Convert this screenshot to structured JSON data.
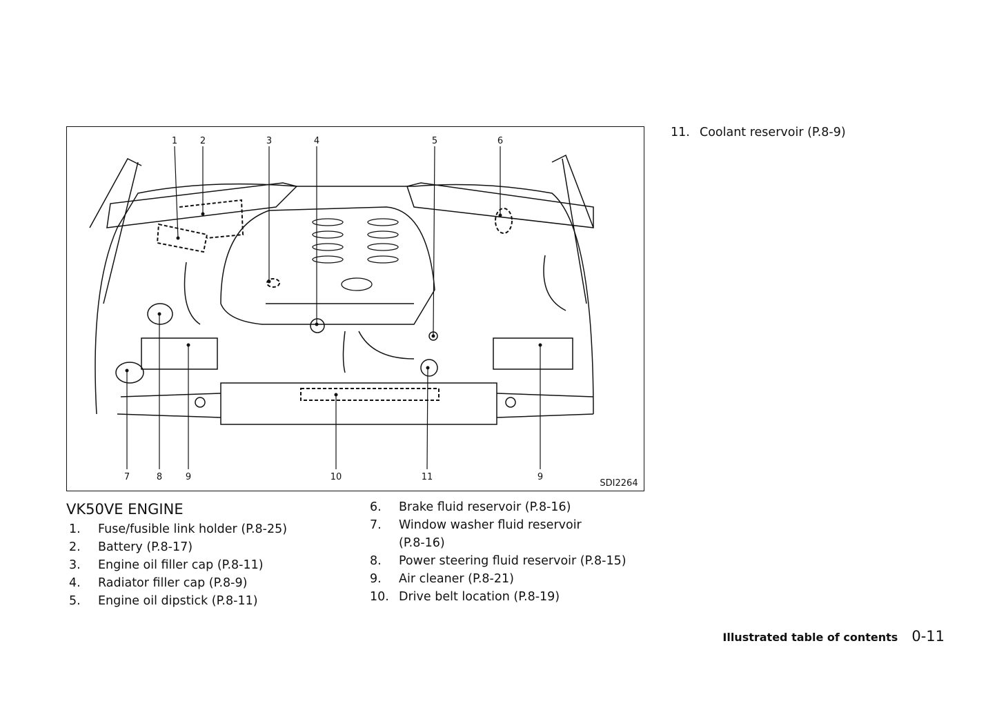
{
  "figure": {
    "code": "SDI2264",
    "top_callouts": [
      "1",
      "2",
      "3",
      "4",
      "5",
      "6"
    ],
    "bottom_callouts": [
      "7",
      "8",
      "9",
      "10",
      "11",
      "9"
    ]
  },
  "section_title": "VK50VE ENGINE",
  "items_col1": [
    {
      "num": "1.",
      "text": "Fuse/fusible link holder (P.8-25)"
    },
    {
      "num": "2.",
      "text": "Battery (P.8-17)"
    },
    {
      "num": "3.",
      "text": "Engine oil filler cap (P.8-11)"
    },
    {
      "num": "4.",
      "text": "Radiator filler cap (P.8-9)"
    },
    {
      "num": "5.",
      "text": "Engine oil dipstick (P.8-11)"
    }
  ],
  "items_col2": [
    {
      "num": "6.",
      "text": "Brake fluid reservoir (P.8-16)"
    },
    {
      "num": "7.",
      "text": "Window washer fluid reservoir (P.8-16)"
    },
    {
      "num": "8.",
      "text": "Power steering fluid reservoir (P.8-15)"
    },
    {
      "num": "9.",
      "text": "Air cleaner (P.8-21)"
    },
    {
      "num": "10.",
      "text": "Drive belt location (P.8-19)"
    }
  ],
  "items_col3": [
    {
      "num": "11.",
      "text": "Coolant reservoir (P.8-9)"
    }
  ],
  "footer": {
    "section": "Illustrated table of contents",
    "page": "0-11"
  }
}
